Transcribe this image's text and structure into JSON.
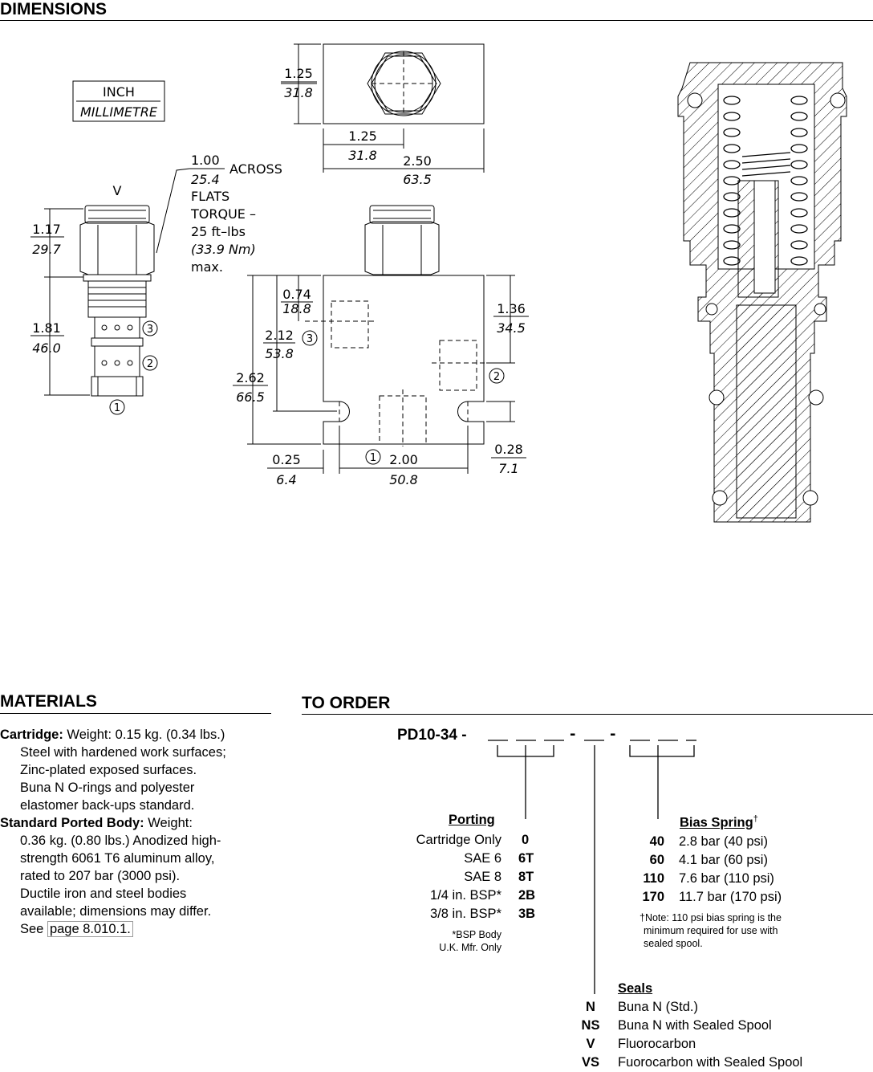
{
  "sections": {
    "dimensions": "DIMENSIONS",
    "materials": "MATERIALS",
    "to_order": "TO ORDER"
  },
  "legend": {
    "unit_top": "INCH",
    "unit_bottom": "MILLIMETRE"
  },
  "dims": {
    "top_h_in": "1.25",
    "top_h_mm": "31.8",
    "top_mid_in": "1.25",
    "top_mid_mm": "31.8",
    "top_w_in": "2.50",
    "top_w_mm": "63.5",
    "flats_in": "1.00",
    "flats_mm": "25.4",
    "flats_l1": "ACROSS",
    "flats_l2": "FLATS",
    "flats_l3": "TORQUE –",
    "flats_l4": "25 ft–lbs",
    "flats_l5": "(33.9 Nm)",
    "flats_l6": "max.",
    "cart_v": "V",
    "cart_top_in": "1.17",
    "cart_top_mm": "29.7",
    "cart_bot_in": "1.81",
    "cart_bot_mm": "46.0",
    "p1": "1",
    "p2": "2",
    "p3": "3",
    "b_074_in": "0.74",
    "b_074_mm": "18.8",
    "b_212_in": "2.12",
    "b_212_mm": "53.8",
    "b_262_in": "2.62",
    "b_262_mm": "66.5",
    "b_136_in": "1.36",
    "b_136_mm": "34.5",
    "b_025_in": "0.25",
    "b_025_mm": "6.4",
    "b_200_in": "2.00",
    "b_200_mm": "50.8",
    "b_028_in": "0.28",
    "b_028_mm": "7.1"
  },
  "materials": {
    "cart_label": "Cartridge:",
    "cart_first": " Weight: 0.15 kg. (0.34 lbs.)",
    "cart_lines": [
      "Steel with hardened work surfaces;",
      "Zinc-plated exposed surfaces.",
      "Buna N O-rings and polyester",
      "elastomer back-ups standard."
    ],
    "body_label": "Standard Ported Body:",
    "body_first": " Weight:",
    "body_lines": [
      "0.36 kg. (0.80 lbs.) Anodized high-",
      "strength 6061 T6 aluminum alloy,",
      "rated to 207 bar (3000 psi).",
      "Ductile iron and steel bodies",
      "available; dimensions may differ."
    ],
    "see": "See",
    "page_link": "page 8.010.1."
  },
  "order": {
    "code": "PD10-34 -",
    "porting_title": "Porting",
    "porting": [
      {
        "label": "Cartridge Only",
        "code": "0"
      },
      {
        "label": "SAE 6",
        "code": "6T"
      },
      {
        "label": "SAE 8",
        "code": "8T"
      },
      {
        "label": "1/4 in. BSP*",
        "code": "2B"
      },
      {
        "label": "3/8 in. BSP*",
        "code": "3B"
      }
    ],
    "bsp_note_1": "*BSP Body",
    "bsp_note_2": "U.K. Mfr. Only",
    "bias_title": "Bias Spring",
    "bias_mark": "†",
    "bias": [
      {
        "code": "40",
        "label": "2.8 bar (40 psi)"
      },
      {
        "code": "60",
        "label": "4.1 bar (60 psi)"
      },
      {
        "code": "110",
        "label": "7.6 bar (110 psi)"
      },
      {
        "code": "170",
        "label": "11.7 bar (170 psi)"
      }
    ],
    "bias_note_1": "†Note: 110 psi bias spring is the",
    "bias_note_2": "minimum required for use with",
    "bias_note_3": "sealed spool.",
    "seals_title": "Seals",
    "seals": [
      {
        "code": "N",
        "label": "Buna N (Std.)"
      },
      {
        "code": "NS",
        "label": "Buna N with Sealed Spool"
      },
      {
        "code": "V",
        "label": "Fluorocarbon"
      },
      {
        "code": "VS",
        "label": "Fuorocarbon with Sealed Spool"
      }
    ]
  }
}
